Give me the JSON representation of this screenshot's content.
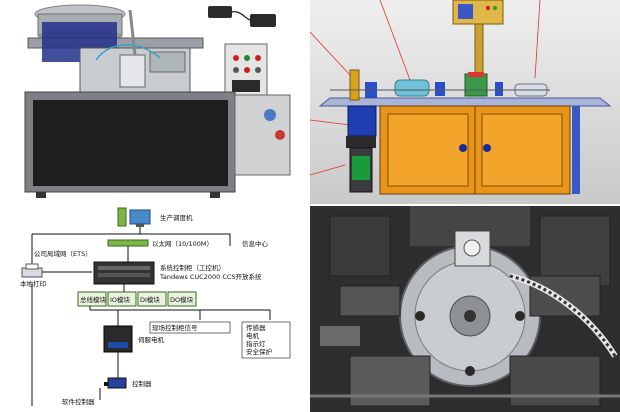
{
  "figure": {
    "panels": [
      {
        "id": "machine-photo"
      },
      {
        "id": "cad-model"
      },
      {
        "id": "network-diagram"
      },
      {
        "id": "closeup-photo"
      }
    ]
  },
  "diagram": {
    "nodes": {
      "production_management_pc": "生产调度机",
      "ethernet": "以太网（10/100M）",
      "io_station": "信息中心",
      "company_lan": "公司局域网（ETS）",
      "host": "本地打印",
      "main_controller_line1": "系统控制柜（工控机）",
      "main_controller_line2": "Tandews CUC2000 CCS开放系统",
      "modules": [
        "总线模块",
        "IO模块",
        "DI模块",
        "DO模块"
      ],
      "motion_controller": "控制器",
      "operator_panel": "现场控制柜信号",
      "sensors_box": [
        "传感器",
        "电机",
        "指示灯",
        "安全保护"
      ],
      "servo_driver": "伺服电机",
      "bottom_link": "软件控制器"
    }
  }
}
